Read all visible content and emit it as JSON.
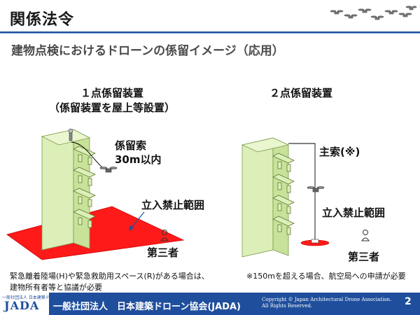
{
  "header": {
    "title": "関係法令"
  },
  "subtitle": "建物点検におけるドローンの係留イメージ（応用）",
  "left": {
    "title_line1": "１点係留装置",
    "title_line2": "（係留装置を屋上等設置）",
    "tether_label_line1": "係留索",
    "tether_label_line2": "30m以内",
    "zone_label": "立入禁止範囲",
    "third_party_label": "第三者",
    "note_line1": "緊急離着陸場(H)や緊急救助用スペース(R)がある場合は、",
    "note_line2": "建物所有者等と協議が必要"
  },
  "right": {
    "title": "２点係留装置",
    "main_rope_label": "主索(※)",
    "zone_label": "立入禁止範囲",
    "third_party_label": "第三者",
    "note": "※150mを超える場合、航空局への申請が必要"
  },
  "footer": {
    "logo_small": "一般社団法人 日本建築ドローン協会",
    "logo_text": "JADA",
    "org": "一般社団法人　日本建築ドローン協会(JADA)",
    "copyright_line1": "Copyright © Japan Architectural Drone Association.",
    "copyright_line2": "All Rights Reserved.",
    "page": "2"
  },
  "colors": {
    "accent": "#1f4e9c",
    "building": "#d9efb2",
    "restricted": "#ff0000"
  }
}
